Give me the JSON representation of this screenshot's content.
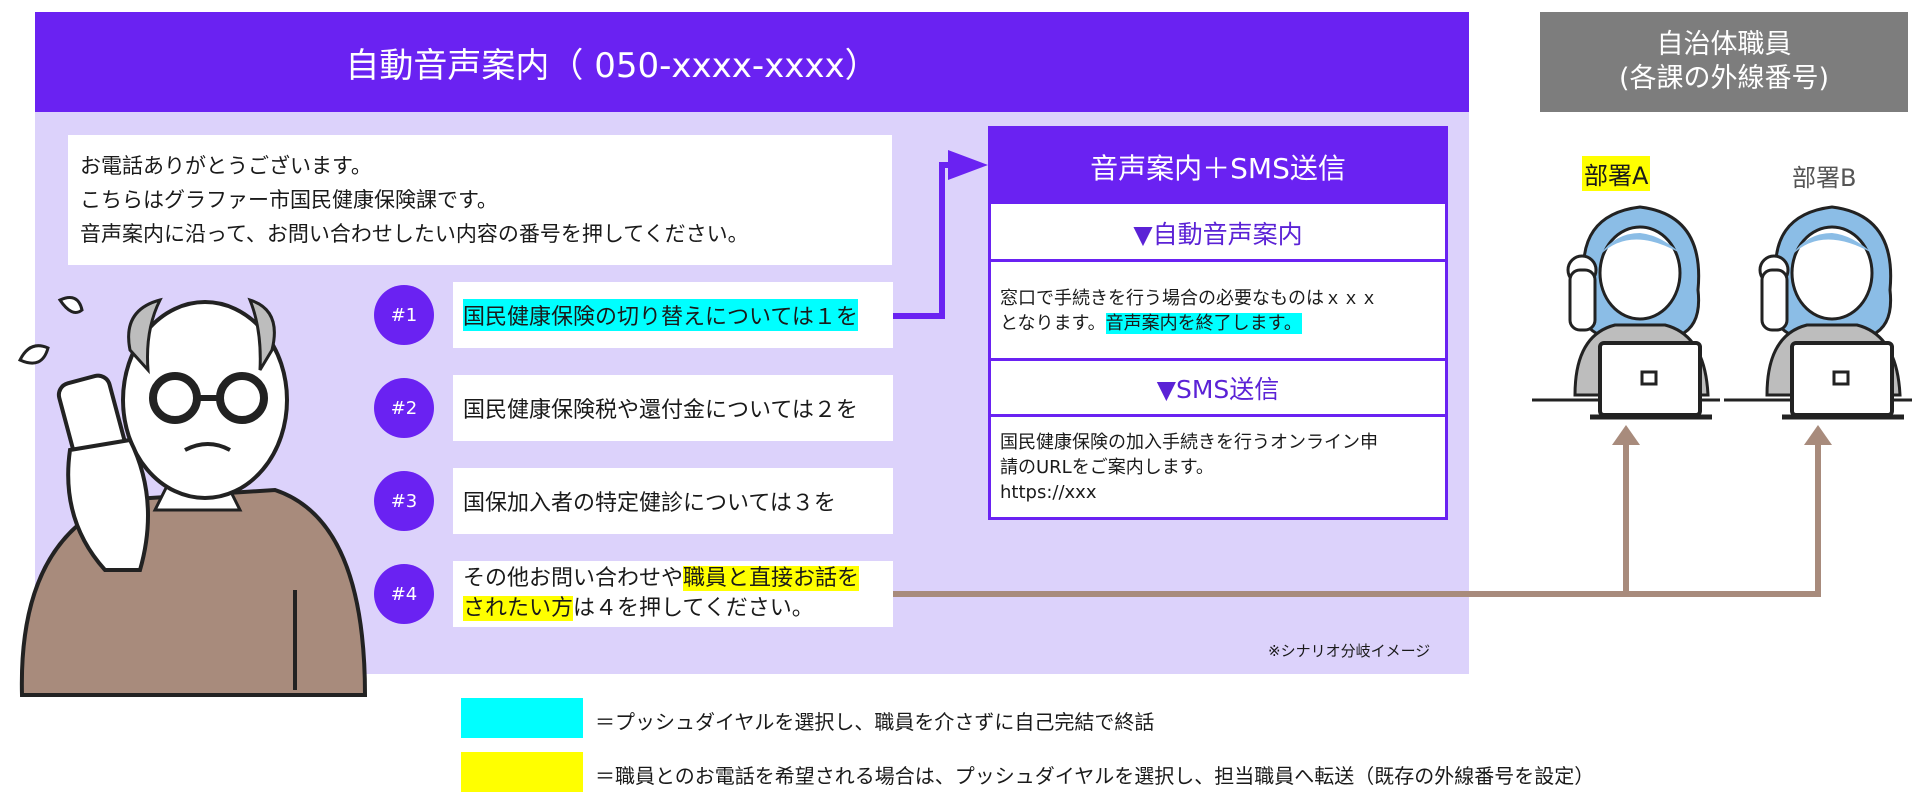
{
  "header": {
    "title": "自動音声案内（ 050-xxxx-xxxx）"
  },
  "greeting": {
    "line1": "お電話ありがとうございます。",
    "line2": "こちらはグラファー市国民健康保険課です。",
    "line3": "音声案内に沿って、お問い合わせしたい内容の番号を押してください。"
  },
  "options": [
    {
      "num": "#1",
      "text": "国民健康保険の切り替えについては１を"
    },
    {
      "num": "#2",
      "text": "国民健康保険税や還付金については２を"
    },
    {
      "num": "#3",
      "text": "国保加入者の特定健診については３を"
    },
    {
      "num": "#4",
      "text_a": "その他お問い合わせや",
      "text_b": "職員と直接お話を",
      "text_c": "されたい方",
      "text_d": "は４を押してください。"
    }
  ],
  "note": "※シナリオ分岐イメージ",
  "sms": {
    "title": "音声案内＋SMS送信",
    "voice_heading": "▼自動音声案内",
    "voice_text_a": "窓口で手続きを行う場合の必要なものはｘｘｘ",
    "voice_text_b": "となります。",
    "voice_text_c": "音声案内を終了します。",
    "sms_heading": "▼SMS送信",
    "sms_text_a": "国民健康保険の加入手続きを行うオンライン申",
    "sms_text_b": "請のURLをご案内します。",
    "sms_text_c": "https://xxx"
  },
  "staff": {
    "title_line1": "自治体職員",
    "title_line2": "(各課の外線番号)",
    "dept_a": "部署A",
    "dept_b": "部署B"
  },
  "legend": [
    {
      "color": "#00ffff",
      "text": "＝プッシュダイヤルを選択し、職員を介さずに自己完結で終話"
    },
    {
      "color": "#ffff00",
      "text": "＝職員とのお電話を希望される場合は、プッシュダイヤルを選択し、担当職員へ転送（既存の外線番号を設定）"
    }
  ],
  "colors": {
    "accent": "#6a22f2",
    "panel": "#dcd2fb",
    "transfer_line": "#a88b7c",
    "staff_header": "#7d7d7d"
  }
}
